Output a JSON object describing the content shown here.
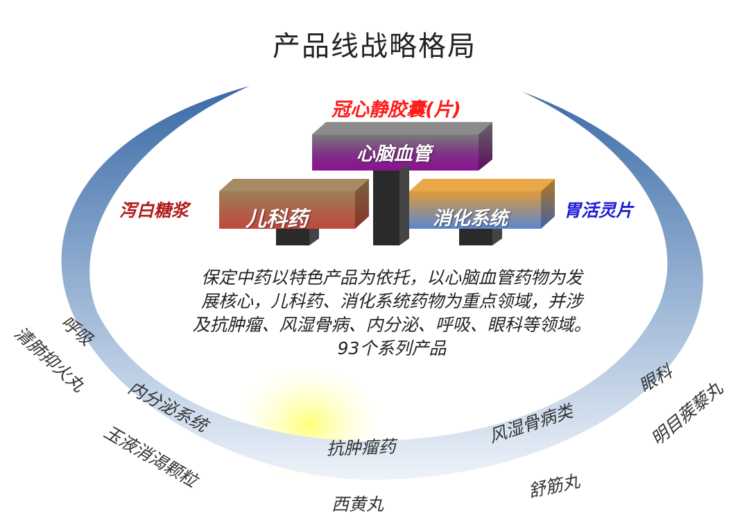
{
  "title": "产品线战略格局",
  "products": {
    "top": "冠心静胶囊(片)",
    "left": "泻白糖浆",
    "right": "胃活灵片"
  },
  "blocks": {
    "top": "心脑血管",
    "left": "儿科药",
    "right": "消化系统"
  },
  "description": {
    "line1": "保定中药以特色产品为依托，以心脑血管药物为发",
    "line2": "展核心，儿科药、消化系统药物为重点领域，并涉",
    "line3": "及抗肿瘤、风湿骨病、内分泌、呼吸、眼科等领域。",
    "line4": "93个系列产品"
  },
  "areas": {
    "respiratory": "呼吸",
    "endocrine": "内分泌系统",
    "oncology": "抗肿瘤药",
    "rheumatism": "风湿骨病类",
    "ophthalmology": "眼科"
  },
  "area_products": {
    "respiratory": "清肺抑火丸",
    "endocrine": "玉液消渴颗粒",
    "oncology": "西黄丸",
    "rheumatism": "舒筋丸",
    "ophthalmology": "明目蒺藜丸"
  },
  "colors": {
    "ring_dark": "#3d6ea8",
    "ring_light": "#e3ecf6",
    "top_block": "#8a1c8f",
    "left_block": "#b04a3c",
    "right_block": "#5a7fc8"
  }
}
